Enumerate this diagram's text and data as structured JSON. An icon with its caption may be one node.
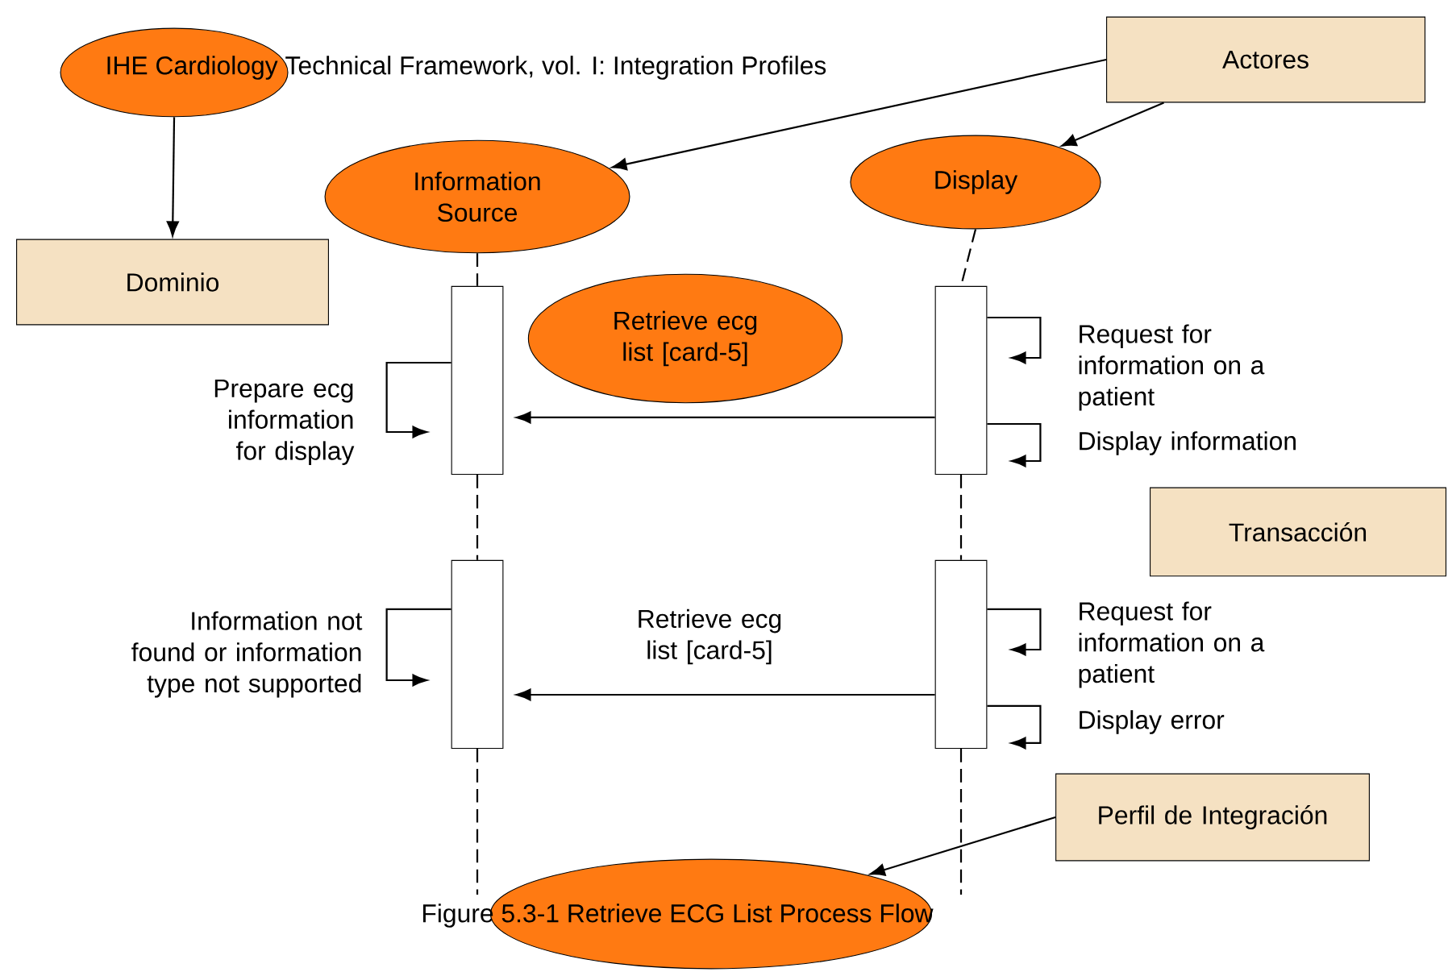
{
  "diagram": {
    "title": "IHE Cardiology Technical Framework, vol. I: Integration Profiles",
    "caption": "Figure 5.3-1 Retrieve ECG List Process Flow",
    "nodes": [
      {
        "text": [],
        "shape": "ellipse"
      },
      {
        "text": [
          "Dominio"
        ]
      },
      {
        "text": [
          "Actores"
        ]
      },
      {
        "text": [
          "Information Source"
        ]
      },
      {
        "text": [
          "Display"
        ]
      },
      {
        "text": [
          "Retrieve ecg list [card-5]"
        ]
      },
      {
        "text": [
          "Transacción"
        ]
      },
      {
        "text": [
          "Perfil de Integración"
        ]
      },
      {
        "text": [],
        "shape": "ellipse"
      },
      {
        "text": [],
        "shape": "bar"
      },
      {
        "text": [],
        "shape": "bar"
      },
      {
        "text": [],
        "shape": "bar"
      },
      {
        "text": [],
        "shape": "bar"
      }
    ],
    "edges": [
      {
        "from": 0,
        "to": 1,
        "arrow": "to"
      },
      {
        "from": 2,
        "to": 3,
        "arrow": "to"
      },
      {
        "from": 2,
        "to": 4,
        "arrow": "to"
      },
      {
        "from": 7,
        "to": 8,
        "arrow": "to"
      },
      {
        "from": 3,
        "to": 9,
        "arrow": "none",
        "style": "dashed"
      },
      {
        "from": 9,
        "to": 11,
        "arrow": "none",
        "style": "dashed"
      },
      {
        "from": 11,
        "to": null,
        "arrow": "none",
        "style": "dashed"
      },
      {
        "from": 4,
        "to": 10,
        "arrow": "none",
        "style": "dashed"
      },
      {
        "from": 10,
        "to": 12,
        "arrow": "none",
        "style": "dashed"
      },
      {
        "from": 12,
        "to": null,
        "arrow": "none",
        "style": "dashed"
      },
      {
        "from": 10,
        "to": 9,
        "arrow": "to"
      },
      {
        "from": 12,
        "to": 11,
        "arrow": "to",
        "label": "Retrieve ecg list [card-5]"
      },
      {
        "from": 10,
        "to": 10,
        "arrow": "to",
        "label": "Request for information on a patient"
      },
      {
        "from": 10,
        "to": 10,
        "arrow": "to",
        "label": "Display information"
      },
      {
        "from": 9,
        "to": 9,
        "arrow": "to",
        "label": "Prepare ecg information for display"
      },
      {
        "from": 12,
        "to": 12,
        "arrow": "to",
        "label": "Request for information on a patient"
      },
      {
        "from": 12,
        "to": 12,
        "arrow": "to",
        "label": "Display error"
      },
      {
        "from": 11,
        "to": 11,
        "arrow": "to",
        "label": "Information not found or information type not supported"
      }
    ]
  }
}
